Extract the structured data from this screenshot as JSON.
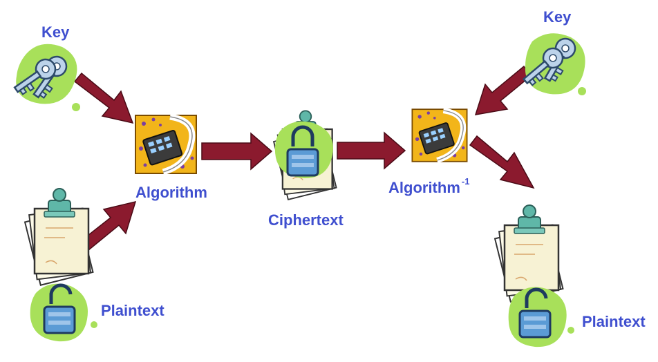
{
  "labels": {
    "key_left": "Key",
    "key_right": "Key",
    "algorithm": "Algorithm",
    "algorithm_inverse": "Algorithm",
    "inverse_superscript": "-1",
    "ciphertext": "Ciphertext",
    "plaintext_left": "Plaintext",
    "plaintext_right": "Plaintext"
  },
  "colors": {
    "label_text": "#3f4fcf",
    "arrow": "#8b1a2e",
    "highlight_blob": "#a8e05a",
    "algorithm_box": "#f2b51a",
    "paper": "#f7f2d4",
    "clip": "#5fb7a8",
    "lock": "#5b9bd5",
    "key_metal": "#bcd3ea"
  },
  "icons": [
    "key-icon",
    "algorithm-icon",
    "document-icon",
    "padlock-locked-icon",
    "padlock-open-icon",
    "arrow-icon"
  ]
}
